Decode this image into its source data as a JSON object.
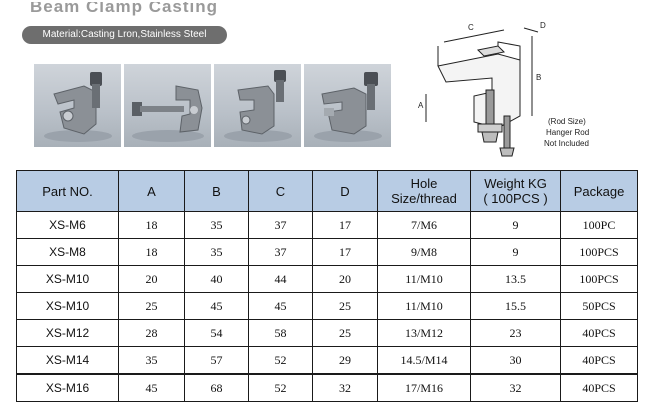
{
  "header": {
    "title_partial": "Beam Clamp Casting Lrong",
    "material": "Material:Casting Lron,Stainless Steel"
  },
  "photos": [
    {
      "icon": "beam-clamp-photo-1"
    },
    {
      "icon": "beam-clamp-photo-2"
    },
    {
      "icon": "beam-clamp-photo-3"
    },
    {
      "icon": "beam-clamp-photo-4"
    }
  ],
  "diagram": {
    "labels": {
      "c": "C",
      "d": "D",
      "a": "A",
      "b": "B"
    },
    "note_line1": "(Rod Size)",
    "note_line2": "Hanger Rod",
    "note_line3": "Not Included"
  },
  "table": {
    "headers": {
      "part_no": "Part NO.",
      "a": "A",
      "b": "B",
      "c": "C",
      "d": "D",
      "hole_line1": "Hole",
      "hole_line2": "Size/thread",
      "weight_line1": "Weight KG",
      "weight_line2": "( 100PCS )",
      "package": "Package"
    },
    "rows": [
      {
        "part": "XS-M6",
        "a": "18",
        "b": "35",
        "c": "37",
        "d": "17",
        "hole": "7/M6",
        "weight": "9",
        "package": "100PC"
      },
      {
        "part": "XS-M8",
        "a": "18",
        "b": "35",
        "c": "37",
        "d": "17",
        "hole": "9/M8",
        "weight": "9",
        "package": "100PCS"
      },
      {
        "part": "XS-M10",
        "a": "20",
        "b": "40",
        "c": "44",
        "d": "20",
        "hole": "11/M10",
        "weight": "13.5",
        "package": "100PCS"
      },
      {
        "part": "XS-M10",
        "a": "25",
        "b": "45",
        "c": "45",
        "d": "25",
        "hole": "11/M10",
        "weight": "15.5",
        "package": "50PCS"
      },
      {
        "part": "XS-M12",
        "a": "28",
        "b": "54",
        "c": "58",
        "d": "25",
        "hole": "13/M12",
        "weight": "23",
        "package": "40PCS"
      },
      {
        "part": "XS-M14",
        "a": "35",
        "b": "57",
        "c": "52",
        "d": "29",
        "hole": "14.5/M14",
        "weight": "30",
        "package": "40PCS"
      },
      {
        "part": "XS-M16",
        "a": "45",
        "b": "68",
        "c": "52",
        "d": "32",
        "hole": "17/M16",
        "weight": "32",
        "package": "40PCS"
      }
    ]
  },
  "colors": {
    "header_bg": "#b8cce4",
    "badge_bg": "#6e6e6e"
  }
}
